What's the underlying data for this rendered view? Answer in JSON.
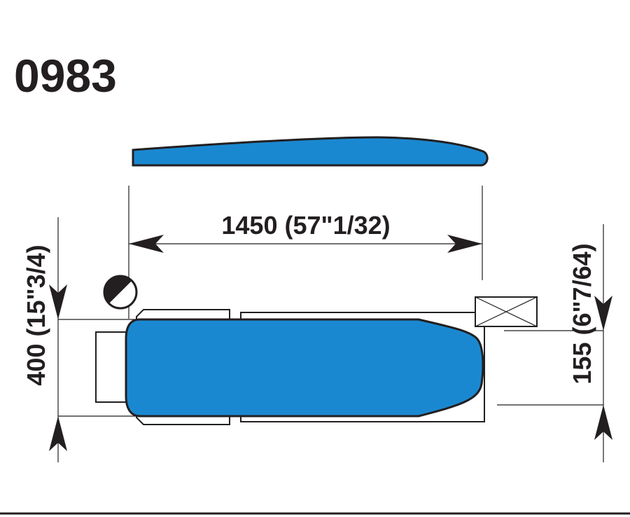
{
  "diagram": {
    "title": "0983",
    "width_label": "1450 (57\"1/32)",
    "left_height_label": "400 (15\"3/4)",
    "right_height_label": "155 (6\"7/64)",
    "colors": {
      "board_blue": "#1a88d0",
      "ink": "#231f20"
    }
  }
}
